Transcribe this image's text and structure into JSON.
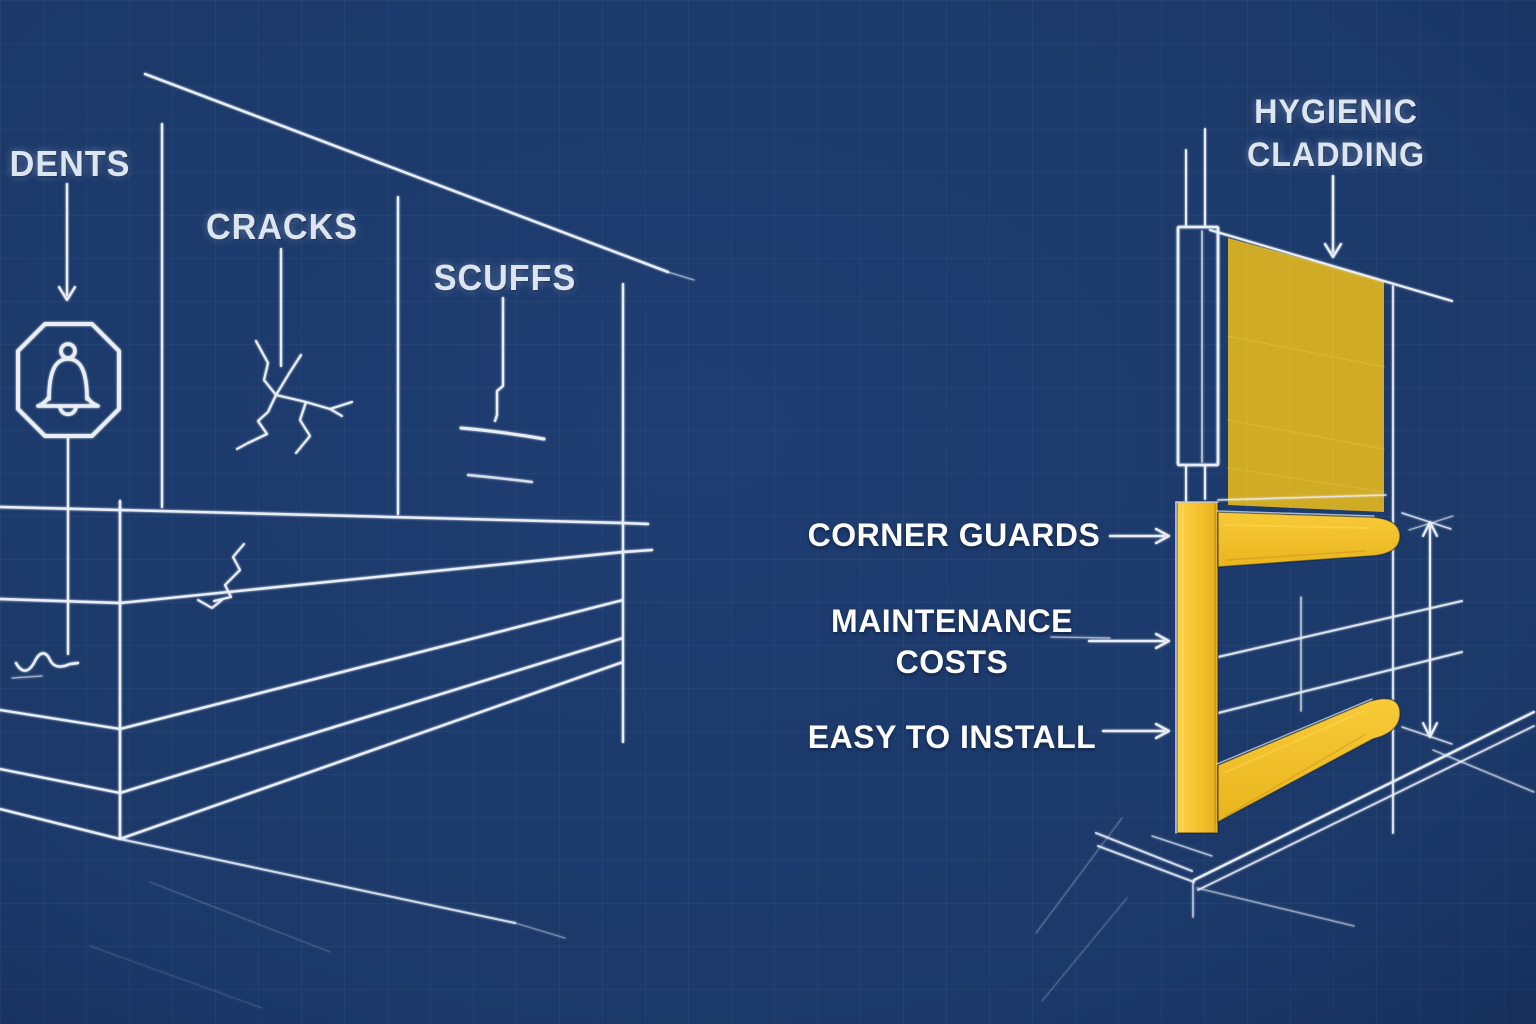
{
  "diagram": {
    "style": "architectural blueprint",
    "left_scene": "damaged wall in perspective",
    "right_scene": "wall protected with hygienic cladding and corner guards"
  },
  "wall_issues": {
    "dents_label": "DENTS",
    "cracks_label": "CRACKS",
    "scuffs_label": "SCUFFS"
  },
  "solution": {
    "cladding_label": "HYGIENIC CLADDING",
    "benefits": [
      {
        "label": "CORNER GUARDS"
      },
      {
        "label": "MAINTENANCE COSTS"
      },
      {
        "label": "EASY TO INSTALL"
      }
    ]
  },
  "icons": {
    "dents_badge": "bell-in-octagon",
    "dents_pointer": "arrow-down",
    "cladding_pointer": "arrow-down",
    "benefit_pointer": "arrow-right",
    "measurement": "vertical-double-arrow-dimension"
  },
  "colors": {
    "background": "#1c3a6b",
    "grid_line": "#89a4d2",
    "blueprint_line": "#e9eef6",
    "cladding_panel": "#d0ab25",
    "guard_yellow": "#f2c12c",
    "guard_highlight": "#ffd84d",
    "guard_shadow": "#c2961b",
    "label_white": "#ffffff",
    "label_blueprint": "#dce5f0"
  }
}
